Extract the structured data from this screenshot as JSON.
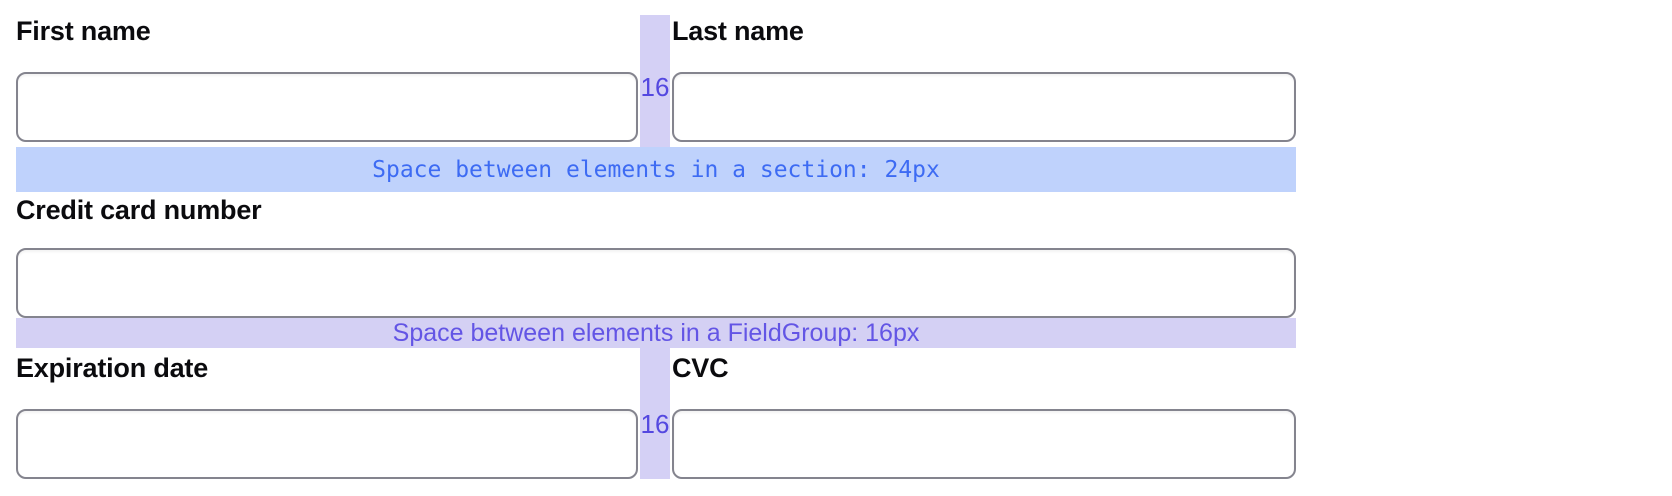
{
  "fields": {
    "first_name": {
      "label": "First name",
      "value": ""
    },
    "last_name": {
      "label": "Last name",
      "value": ""
    },
    "credit_card": {
      "label": "Credit card number",
      "value": ""
    },
    "expiration": {
      "label": "Expiration date",
      "value": ""
    },
    "cvc": {
      "label": "CVC",
      "value": ""
    }
  },
  "annotations": {
    "section_space": "Space between elements in a section: 24px",
    "fieldgroup_space": "Space between elements in a FieldGroup: 16px",
    "gap_row1": "16",
    "gap_row3": "16"
  },
  "colors": {
    "label_text": "#0b0b0e",
    "input_border": "#84848e",
    "annotation_blue_bg": "#bfd2fc",
    "annotation_blue_text": "#3d6bf3",
    "annotation_purple_bg": "#d4d0f4",
    "annotation_purple_text": "#6355e5",
    "gap_strip": "#d4d0f5",
    "gap_number_text": "#5448e0"
  }
}
